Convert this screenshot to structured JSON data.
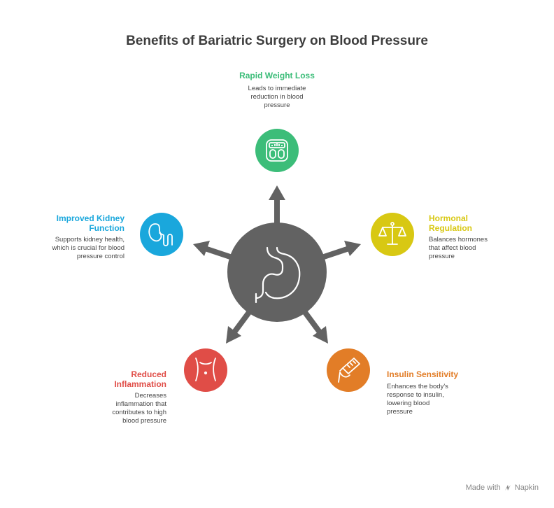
{
  "title": "Benefits of Bariatric Surgery on Blood Pressure",
  "center": {
    "icon": "stomach-icon",
    "color": "#626262"
  },
  "benefits": [
    {
      "label": "Rapid Weight Loss",
      "description": "Leads to immediate reduction in blood pressure",
      "icon": "scale-icon",
      "color": "#3cbd79"
    },
    {
      "label": "Hormonal Regulation",
      "description": "Balances hormones that affect blood pressure",
      "icon": "balance-icon",
      "color": "#d8c813"
    },
    {
      "label": "Insulin Sensitivity",
      "description": "Enhances the body's response to insulin, lowering blood pressure",
      "icon": "insulin-pen-icon",
      "color": "#e27d27"
    },
    {
      "label": "Reduced Inflammation",
      "description": "Decreases inflammation that contributes to high blood pressure",
      "icon": "waist-icon",
      "color": "#e04d47"
    },
    {
      "label": "Improved Kidney Function",
      "description": "Supports kidney health, which is crucial for blood pressure control",
      "icon": "kidney-icon",
      "color": "#1aa7dc"
    }
  ],
  "watermark": {
    "prefix": "Made with",
    "brand": "Napkin"
  }
}
